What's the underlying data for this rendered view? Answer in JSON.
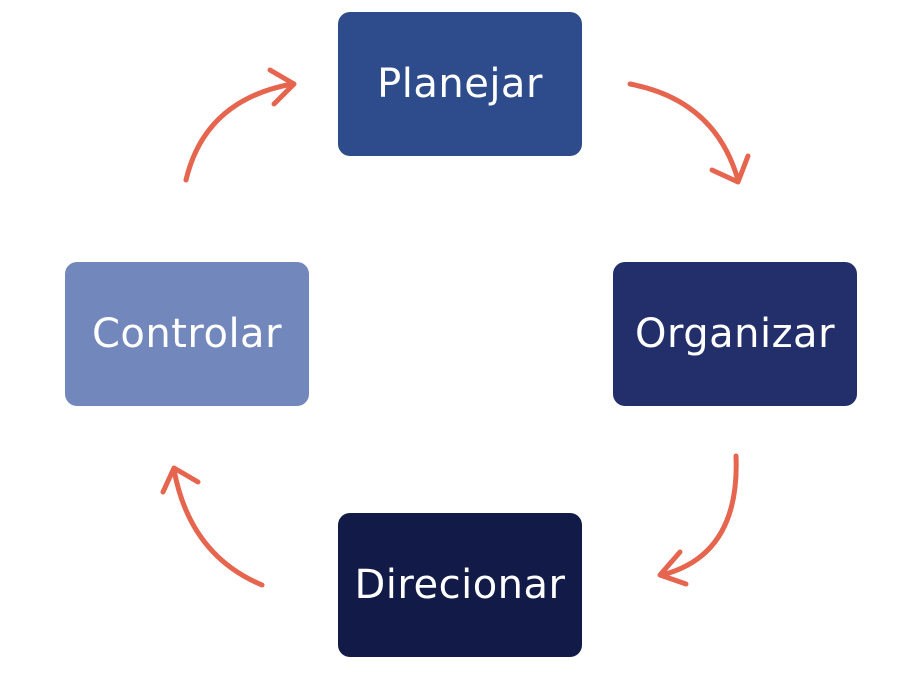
{
  "steps": [
    {
      "label": "Planejar",
      "color": "#2e4b8c"
    },
    {
      "label": "Organizar",
      "color": "#222f6b"
    },
    {
      "label": "Direcionar",
      "color": "#121a47"
    },
    {
      "label": "Controlar",
      "color": "#7287bb"
    }
  ],
  "arrow_color": "#e5654f"
}
